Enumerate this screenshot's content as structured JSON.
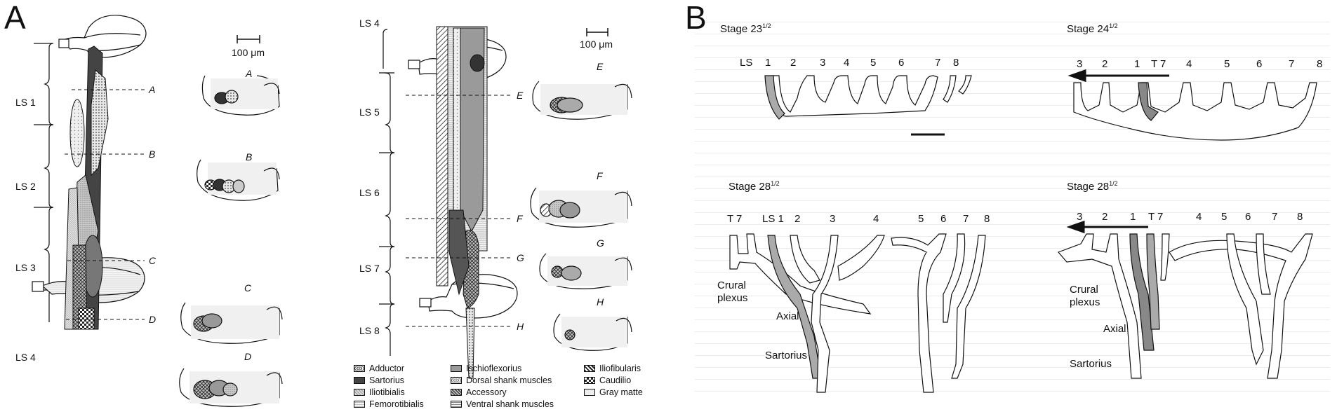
{
  "panel_a": {
    "letter": "A",
    "scale_left": "100 μm",
    "scale_right": "100 μm",
    "ls_left": [
      "LS 1",
      "LS 2",
      "LS 3",
      "LS 4"
    ],
    "ls_right": [
      "LS 4",
      "LS 5",
      "LS 6",
      "LS 7",
      "LS 8"
    ],
    "section_lines_left": [
      "A",
      "B",
      "C",
      "D"
    ],
    "section_lines_right": [
      "E",
      "F",
      "G",
      "H"
    ],
    "section_panels_left": [
      "A",
      "B",
      "C",
      "D"
    ],
    "section_panels_right": [
      "E",
      "F",
      "G",
      "H"
    ],
    "legend": [
      {
        "label": "Adductor",
        "pattern": "dots"
      },
      {
        "label": "Sartorius",
        "pattern": "dark"
      },
      {
        "label": "Iliotibialis",
        "pattern": "hatch-fine"
      },
      {
        "label": "Femorotibialis",
        "pattern": "light-lines"
      },
      {
        "label": "Ischioflexorius",
        "pattern": "gray"
      },
      {
        "label": "Dorsal shank muscles",
        "pattern": "dots-light"
      },
      {
        "label": "Accessory",
        "pattern": "crosshatch"
      },
      {
        "label": "Ventral shank muscles",
        "pattern": "horizontal"
      },
      {
        "label": "Iliofibularis",
        "pattern": "diagonal"
      },
      {
        "label": "Caudilio",
        "pattern": "checker"
      },
      {
        "label": "Gray matte",
        "pattern": "light-gray"
      }
    ]
  },
  "panel_b": {
    "letter": "B",
    "stage_1": "Stage 23",
    "stage_1_frac": "1/2",
    "stage_2": "Stage 24",
    "stage_2_frac": "1/2",
    "stage_3": "Stage 28",
    "stage_3_frac": "1/2",
    "stage_4": "Stage 28",
    "stage_4_frac": "1/2",
    "nerves_1": [
      "LS",
      "1",
      "2",
      "3",
      "4",
      "5",
      "6",
      "7",
      "8"
    ],
    "nerves_2": [
      "3",
      "2",
      "1",
      "T 7",
      "4",
      "5",
      "6",
      "7",
      "8"
    ],
    "nerves_3": [
      "T 7",
      "LS 1",
      "2",
      "3",
      "4",
      "5",
      "6",
      "7",
      "8"
    ],
    "nerves_4": [
      "3",
      "2",
      "1",
      "T 7",
      "4",
      "5",
      "6",
      "7",
      "8"
    ],
    "labels_3": [
      "Crural",
      "plexus",
      "Axial",
      "Sartorius"
    ],
    "labels_4": [
      "Crural",
      "plexus",
      "Axial",
      "Sartorius"
    ]
  }
}
